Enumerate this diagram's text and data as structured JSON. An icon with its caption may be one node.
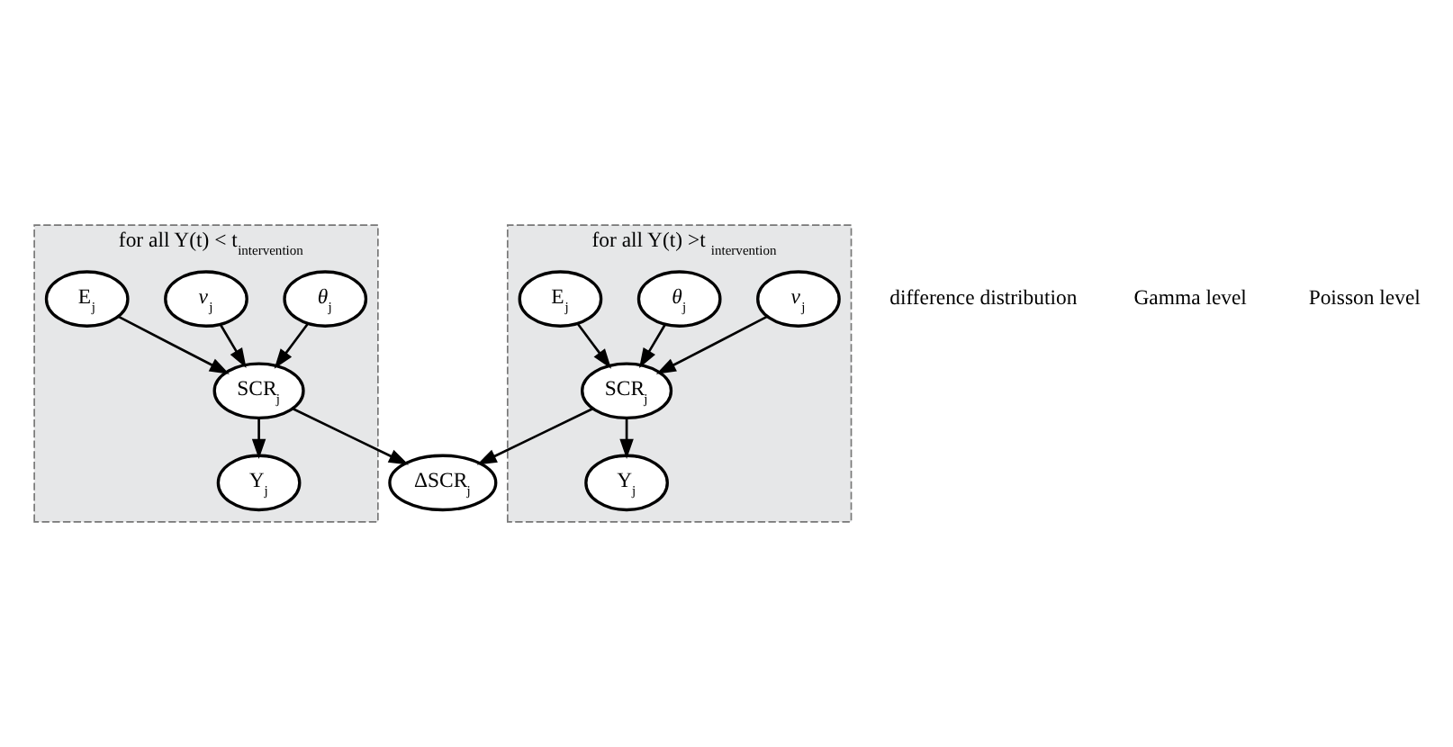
{
  "diagram": {
    "nodes": [
      {
        "text": [
          "for all Y(t) < t$_{intervention}$"
        ]
      },
      {
        "text": [
          "*θ*$_{j}$"
        ],
        "in": 0
      },
      {
        "text": [
          "*ν*$_{j}$"
        ],
        "in": 0
      },
      {
        "text": [
          "SCR$_{j}$"
        ],
        "in": 0
      },
      {
        "text": [
          "E$_{j}$"
        ],
        "in": 0
      },
      {
        "text": [
          "Y$_{j}$"
        ],
        "in": 0
      },
      {
        "text": [
          "for all Y(t) >t $_{intervention}$"
        ]
      },
      {
        "text": [
          "*ν*$_{j}$"
        ],
        "in": 6
      },
      {
        "text": [
          "*θ*$_{j}$"
        ],
        "in": 6
      },
      {
        "text": [
          "SCR$_{j}$"
        ],
        "in": 6
      },
      {
        "text": [
          "E$_{j}$"
        ],
        "in": 6
      },
      {
        "text": [
          "Y$_{j}$"
        ],
        "in": 6
      },
      {
        "text": [
          "ΔSCR$_{j}$"
        ]
      }
    ],
    "edges": [
      {
        "from": 1,
        "to": 3,
        "arrow": "to"
      },
      {
        "from": 2,
        "to": 3,
        "arrow": "to"
      },
      {
        "from": 4,
        "to": 3,
        "arrow": "to"
      },
      {
        "from": 3,
        "to": 5,
        "arrow": "to"
      },
      {
        "from": 7,
        "to": 9,
        "arrow": "to"
      },
      {
        "from": 8,
        "to": 9,
        "arrow": "to"
      },
      {
        "from": 10,
        "to": 9,
        "arrow": "to"
      },
      {
        "from": 9,
        "to": 11,
        "arrow": "to"
      },
      {
        "from": 3,
        "to": 12,
        "arrow": "to"
      },
      {
        "from": 9,
        "to": 12,
        "arrow": "to"
      }
    ],
    "labels": [
      "difference distribution",
      "Gamma level",
      "Poisson level"
    ]
  }
}
